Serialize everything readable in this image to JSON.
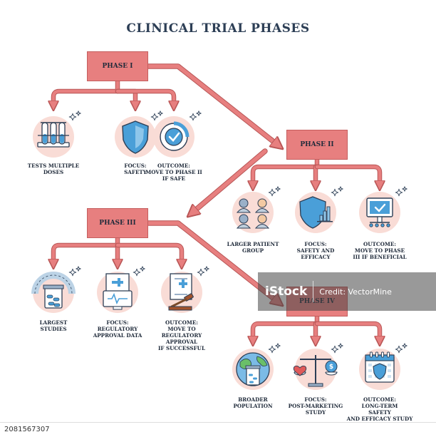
{
  "title": "CLINICAL TRIAL PHASES",
  "colors": {
    "phase_box": "#e77f7f",
    "arrow": "#e77f7f",
    "arrow_outline": "#b85656",
    "icon_circle": "#f9dcd6",
    "icon_blue": "#4a9fd8",
    "text": "#1f2a3a"
  },
  "phases": [
    {
      "label": "PHASE I",
      "items": [
        {
          "icon": "test-tubes-icon",
          "caption": [
            "TESTS MULTIPLE",
            "DOSES"
          ]
        },
        {
          "icon": "shield-icon",
          "caption": [
            "FOCUS:",
            "SAFETY"
          ]
        },
        {
          "icon": "check-badge-icon",
          "caption": [
            "OUTCOME:",
            "MOVE TO PHASE II",
            "IF SAFE"
          ]
        }
      ]
    },
    {
      "label": "PHASE II",
      "items": [
        {
          "icon": "patient-group-icon",
          "caption": [
            "LARGER PATIENT",
            "GROUP"
          ]
        },
        {
          "icon": "shield-chart-icon",
          "caption": [
            "FOCUS:",
            "SAFETY AND",
            "EFFICACY"
          ]
        },
        {
          "icon": "monitor-check-icon",
          "caption": [
            "OUTCOME:",
            "MOVE TO PHASE",
            "III IF BENEFICIAL"
          ]
        }
      ]
    },
    {
      "label": "PHASE III",
      "items": [
        {
          "icon": "pills-jar-icon",
          "caption": [
            "LARGEST",
            "STUDIES"
          ]
        },
        {
          "icon": "monitor-document-icon",
          "caption": [
            "FOCUS:",
            "REGULATORY",
            "APPROVAL DATA"
          ]
        },
        {
          "icon": "gavel-document-icon",
          "caption": [
            "OUTCOME:",
            "MOVE TO",
            "REGULATORY",
            "APPROVAL",
            "IF SUCCESSFUL"
          ]
        }
      ]
    },
    {
      "label": "PHASE IV",
      "items": [
        {
          "icon": "globe-pills-icon",
          "caption": [
            "BROADER",
            "POPULATION"
          ]
        },
        {
          "icon": "balance-scale-icon",
          "caption": [
            "FOCUS:",
            "POST-MARKETING",
            "STUDY"
          ]
        },
        {
          "icon": "calendar-shield-icon",
          "caption": [
            "OUTCOME:",
            "LONG-TERM",
            "SAFETY",
            "AND EFFICACY STUDY"
          ]
        }
      ]
    }
  ],
  "watermark": {
    "logo": "iStock",
    "credit": "Credit: VectorMine"
  },
  "stock_id": "2081567307"
}
